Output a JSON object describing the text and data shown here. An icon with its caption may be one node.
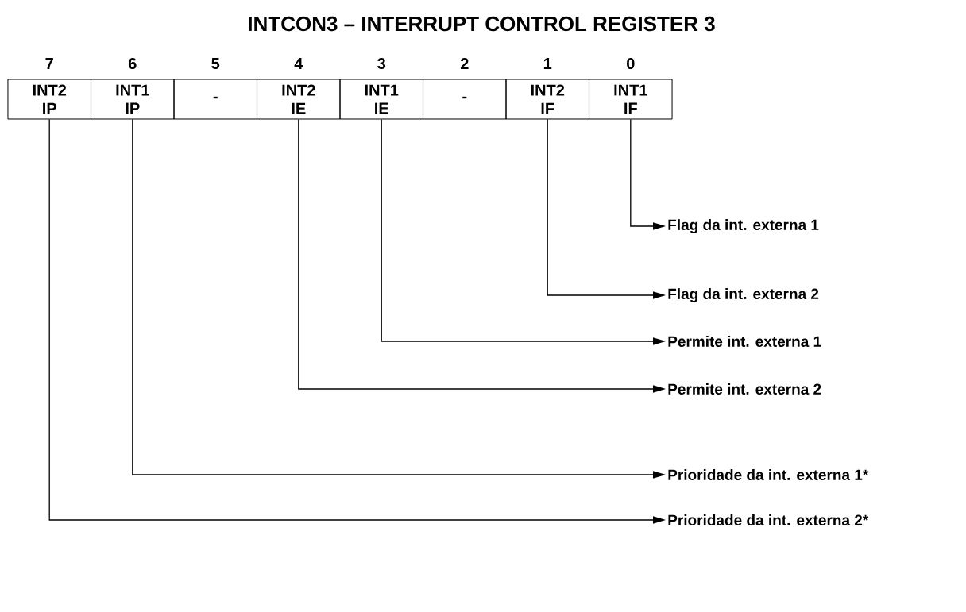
{
  "diagram": {
    "title": "INTCON3 – INTERRUPT CONTROL REGISTER 3",
    "nodes": [
      {
        "text": [
          "INT2 IP"
        ],
        "beside": [
          "7"
        ]
      },
      {
        "text": [
          "INT1 IP"
        ],
        "beside": [
          "6"
        ]
      },
      {
        "text": [
          "-"
        ],
        "beside": [
          "5"
        ]
      },
      {
        "text": [
          "INT2 IE"
        ],
        "beside": [
          "4"
        ]
      },
      {
        "text": [
          "INT1 IE"
        ],
        "beside": [
          "3"
        ]
      },
      {
        "text": [
          "-"
        ],
        "beside": [
          "2"
        ]
      },
      {
        "text": [
          "INT2 IF"
        ],
        "beside": [
          "1"
        ]
      },
      {
        "text": [
          "INT1 IF"
        ],
        "beside": [
          "0"
        ]
      },
      {
        "text": [
          "Flag da int. externa 1"
        ]
      },
      {
        "text": [
          "Flag da int. externa 2"
        ]
      },
      {
        "text": [
          "Permite int. externa 1"
        ]
      },
      {
        "text": [
          "Permite int. externa 2"
        ]
      },
      {
        "text": [
          "Prioridade da int. externa 1*"
        ]
      },
      {
        "text": [
          "Prioridade da int. externa 2*"
        ]
      }
    ],
    "edges": [
      {
        "from": 7,
        "to": 8,
        "arrow": "to"
      },
      {
        "from": 6,
        "to": 9,
        "arrow": "to"
      },
      {
        "from": 4,
        "to": 10,
        "arrow": "to"
      },
      {
        "from": 3,
        "to": 11,
        "arrow": "to"
      },
      {
        "from": 1,
        "to": 12,
        "arrow": "to"
      },
      {
        "from": 0,
        "to": 13,
        "arrow": "to"
      }
    ]
  }
}
